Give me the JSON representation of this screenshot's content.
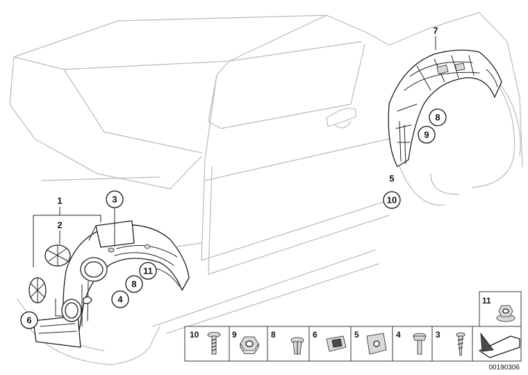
{
  "callouts": {
    "c1": "1",
    "c2": "2",
    "c3": "3",
    "c4": "4",
    "c5": "5",
    "c6": "6",
    "c7": "7",
    "c8a": "8",
    "c8b": "8",
    "c9": "9",
    "c10": "10",
    "c11": "11"
  },
  "legend": [
    {
      "label": "10",
      "icon": "screw-with-washer-icon"
    },
    {
      "label": "9",
      "icon": "hex-nut-icon"
    },
    {
      "label": "8",
      "icon": "expanding-rivet-icon"
    },
    {
      "label": "6",
      "icon": "spring-nut-icon"
    },
    {
      "label": "5",
      "icon": "clip-nut-icon"
    },
    {
      "label": "4",
      "icon": "collar-screw-icon"
    },
    {
      "label": "3",
      "icon": "self-tapping-screw-icon"
    }
  ],
  "legend_top": {
    "label": "11",
    "icon": "flange-nut-icon"
  },
  "reference_number": "00190306"
}
